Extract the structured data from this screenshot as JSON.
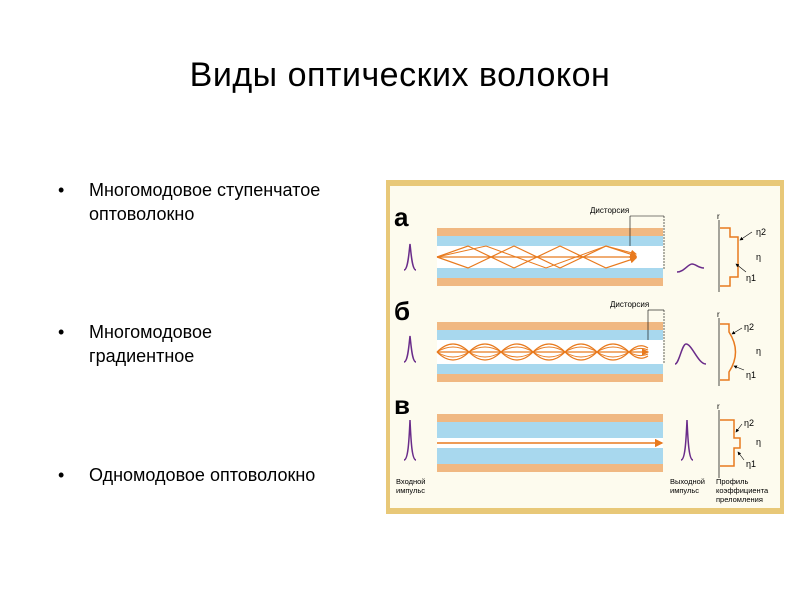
{
  "slide": {
    "title": "Виды оптических волокон"
  },
  "bullets": [
    {
      "line1": "Многомодовое ступенчатое",
      "line2": "оптоволокно"
    },
    {
      "line1": "Многомодовое",
      "line2": "градиентное"
    },
    {
      "line1": "Одномодовое оптоволокно",
      "line2": ""
    }
  ],
  "bullet_symbol": "•",
  "figure": {
    "rows": [
      {
        "letter": "а",
        "distortion_label": "Дисторсия"
      },
      {
        "letter": "б",
        "distortion_label": "Дисторсия"
      },
      {
        "letter": "в",
        "distortion_label": ""
      }
    ],
    "axis_r": "r",
    "eta": "η",
    "eta1": "η1",
    "eta2": "η2",
    "input_label_1": "Входной",
    "input_label_2": "импульс",
    "output_label_1": "Выходной",
    "output_label_2": "импульс",
    "profile_label_1": "Профиль",
    "profile_label_2": "коэффициента",
    "profile_label_3": "преломления",
    "colors": {
      "frame": "#e8c878",
      "panel": "#fdfbee",
      "cladding": "#f0b882",
      "core_outer": "#a8d8ee",
      "core": "#ffffff",
      "ray": "#e87a1e",
      "pulse": "#6a2c8a"
    }
  }
}
